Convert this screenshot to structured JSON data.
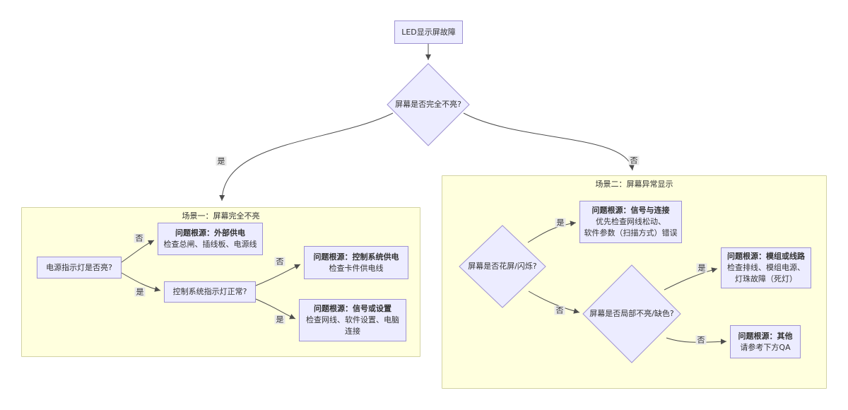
{
  "palette": {
    "node_fill": "#ececff",
    "node_border": "#9f93d2",
    "cluster_fill": "#ffffde",
    "cluster_border": "#d3d3a4",
    "edge_stroke": "#4d4d4d",
    "edge_label_bg": "#e8e8e8",
    "text": "#333333"
  },
  "diagram": {
    "start": {
      "label": "LED显示屏故障"
    },
    "root_decision": {
      "label": "屏幕是否完全不亮?"
    },
    "edge_labels": {
      "yes": "是",
      "no": "否"
    },
    "scenario1": {
      "title": "场景一：屏幕完全不亮",
      "q_power": {
        "label": "电源指示灯是否亮?"
      },
      "r_external": {
        "title": "问题根源：外部供电",
        "desc": "检查总闸、插线板、电源线"
      },
      "q_control": {
        "label": "控制系统指示灯正常?"
      },
      "r_control": {
        "title": "问题根源：控制系统供电",
        "desc": "检查卡件供电线"
      },
      "r_signal": {
        "title": "问题根源：信号或设置",
        "desc": "检查网线、软件设置、电脑\n连接"
      }
    },
    "scenario2": {
      "title": "场景二：屏幕异常显示",
      "q_flicker": {
        "label": "屏幕是否花屏/闪烁?"
      },
      "r_connection": {
        "title": "问题根源：信号与连接",
        "desc": "优先检查网线松动、\n软件参数（扫描方式）错误"
      },
      "q_partial": {
        "label": "屏幕是否局部不亮/缺色?"
      },
      "r_module": {
        "title": "问题根源：模组或线路",
        "desc": "检查排线、模组电源、\n灯珠故障（死灯）"
      },
      "r_other": {
        "title": "问题根源：其他",
        "desc": "请参考下方QA"
      }
    }
  }
}
